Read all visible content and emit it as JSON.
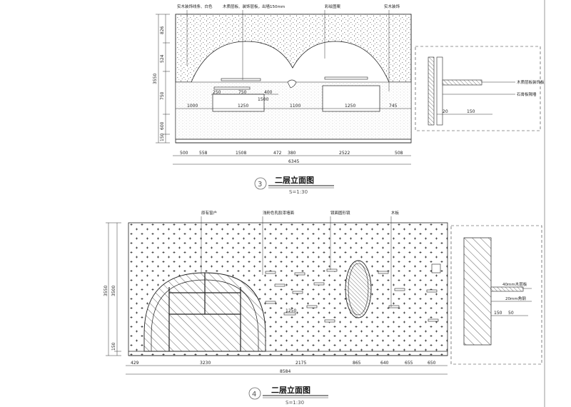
{
  "elev3": {
    "labels": [
      "实木装饰线条、白色",
      "木质层板、装饰层板，出墙150mm",
      "彩绘图案",
      "实木装饰"
    ],
    "top_dims": [
      "1000",
      "1250",
      "1100",
      "1250",
      "745"
    ],
    "mid_dims": [
      "250",
      "750",
      "400",
      "1500"
    ],
    "left_dims": [
      "826",
      "524",
      "750",
      "600",
      "150"
    ],
    "left_total": "3550",
    "bottom_dims": [
      "500",
      "558",
      "1508",
      "472",
      "380",
      "2522",
      "508"
    ],
    "bottom_total": "6345",
    "detail_labels": [
      "木质层板装饰板",
      "石膏板隔墙"
    ],
    "detail_dims": [
      "20",
      "150"
    ],
    "title": "二层立面图",
    "scale": "S=1:30",
    "number": "3"
  },
  "elev4": {
    "labels": [
      "原有窗户",
      "浅粉色乳胶漆墙面",
      "镜面圆形镜",
      "木板"
    ],
    "left_dims": [
      "3500",
      "3550",
      "150"
    ],
    "inner_dim": "1250",
    "bottom_dims": [
      "429",
      "3230",
      "2175",
      "865",
      "640",
      "655",
      "650"
    ],
    "bottom_total": "8584",
    "detail_labels": [
      "40mm木层板",
      "20mm角钢"
    ],
    "detail_dims": [
      "150",
      "50"
    ],
    "title": "二层立面图",
    "scale": "S=1:30",
    "number": "4"
  }
}
